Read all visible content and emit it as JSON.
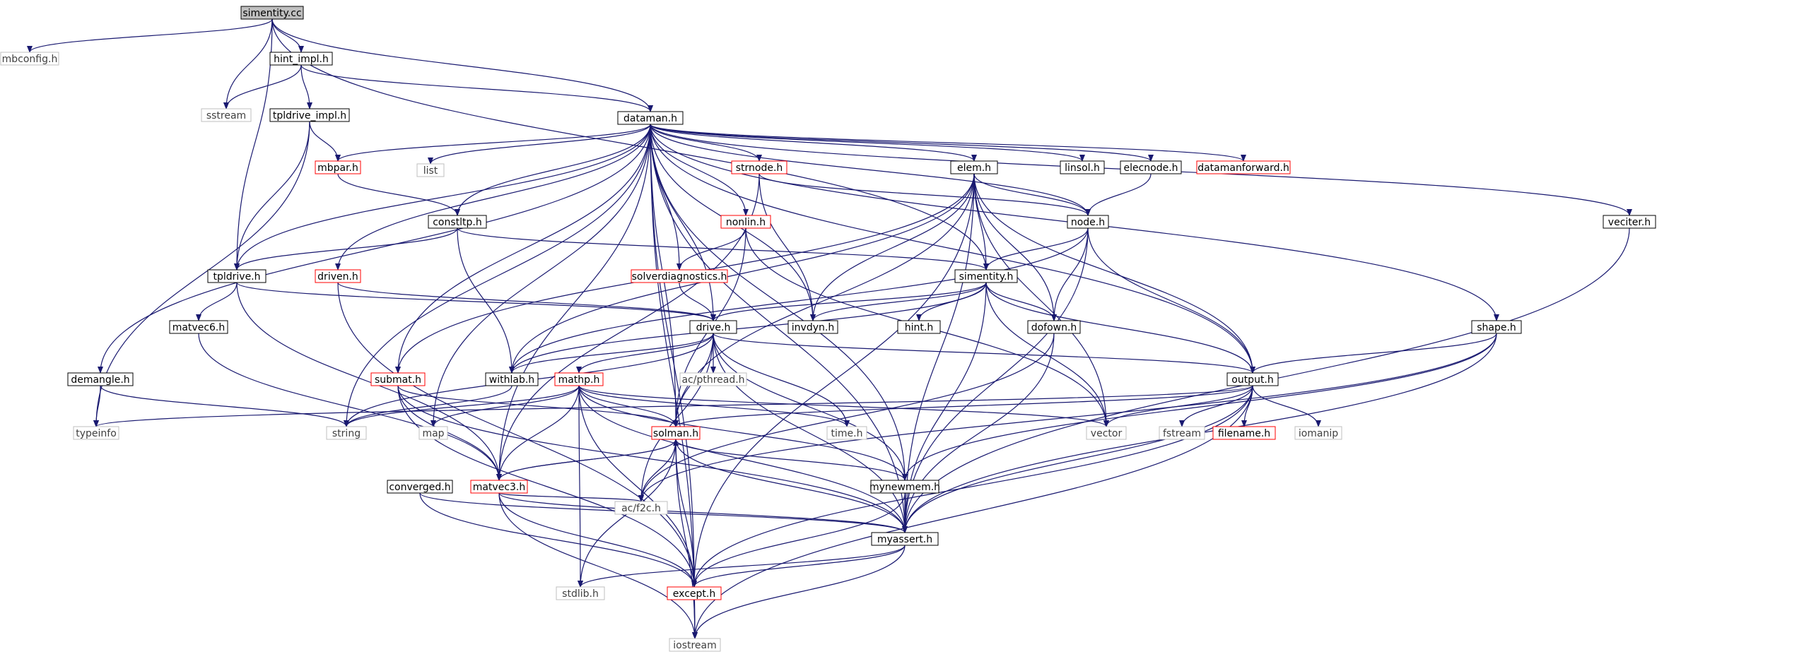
{
  "colors": {
    "edge": "#191970",
    "normal_border": "#000000",
    "red_border": "#ff0000",
    "gray_border": "#bfbfbf",
    "root_fill": "#bfbfbf",
    "text": "#000000",
    "gray_text": "#404040"
  },
  "nodes": [
    {
      "id": "simentity_cc",
      "label": "simentity.cc",
      "style": "root"
    },
    {
      "id": "mbconfig_h",
      "label": "mbconfig.h",
      "style": "gray"
    },
    {
      "id": "hint_impl_h",
      "label": "hint_impl.h",
      "style": "normal"
    },
    {
      "id": "sstream",
      "label": "sstream",
      "style": "gray"
    },
    {
      "id": "tpldrive_impl_h",
      "label": "tpldrive_impl.h",
      "style": "normal"
    },
    {
      "id": "dataman_h",
      "label": "dataman.h",
      "style": "normal"
    },
    {
      "id": "mbpar_h",
      "label": "mbpar.h",
      "style": "red"
    },
    {
      "id": "list",
      "label": "list",
      "style": "gray"
    },
    {
      "id": "strnode_h",
      "label": "strnode.h",
      "style": "red"
    },
    {
      "id": "elem_h",
      "label": "elem.h",
      "style": "normal"
    },
    {
      "id": "linsol_h",
      "label": "linsol.h",
      "style": "normal"
    },
    {
      "id": "elecnode_h",
      "label": "elecnode.h",
      "style": "normal"
    },
    {
      "id": "datamanforward_h",
      "label": "datamanforward.h",
      "style": "red"
    },
    {
      "id": "veciter_h",
      "label": "veciter.h",
      "style": "normal"
    },
    {
      "id": "constltp_h",
      "label": "constltp.h",
      "style": "normal"
    },
    {
      "id": "nonlin_h",
      "label": "nonlin.h",
      "style": "red"
    },
    {
      "id": "node_h",
      "label": "node.h",
      "style": "normal"
    },
    {
      "id": "tpldrive_h",
      "label": "tpldrive.h",
      "style": "normal"
    },
    {
      "id": "driven_h",
      "label": "driven.h",
      "style": "red"
    },
    {
      "id": "solverdiagnostics_h",
      "label": "solverdiagnostics.h",
      "style": "red"
    },
    {
      "id": "simentity_h",
      "label": "simentity.h",
      "style": "normal"
    },
    {
      "id": "matvec6_h",
      "label": "matvec6.h",
      "style": "normal"
    },
    {
      "id": "drive_h",
      "label": "drive.h",
      "style": "normal"
    },
    {
      "id": "invdyn_h",
      "label": "invdyn.h",
      "style": "normal"
    },
    {
      "id": "hint_h",
      "label": "hint.h",
      "style": "normal"
    },
    {
      "id": "dofown_h",
      "label": "dofown.h",
      "style": "normal"
    },
    {
      "id": "shape_h",
      "label": "shape.h",
      "style": "normal"
    },
    {
      "id": "demangle_h",
      "label": "demangle.h",
      "style": "normal"
    },
    {
      "id": "submat_h",
      "label": "submat.h",
      "style": "red"
    },
    {
      "id": "withlab_h",
      "label": "withlab.h",
      "style": "normal"
    },
    {
      "id": "mathp_h",
      "label": "mathp.h",
      "style": "red"
    },
    {
      "id": "ac_pthread_h",
      "label": "ac/pthread.h",
      "style": "gray"
    },
    {
      "id": "output_h",
      "label": "output.h",
      "style": "normal"
    },
    {
      "id": "typeinfo",
      "label": "typeinfo",
      "style": "gray"
    },
    {
      "id": "string",
      "label": "string",
      "style": "gray"
    },
    {
      "id": "map",
      "label": "map",
      "style": "gray"
    },
    {
      "id": "solman_h",
      "label": "solman.h",
      "style": "red"
    },
    {
      "id": "time_h",
      "label": "time.h",
      "style": "gray"
    },
    {
      "id": "vector",
      "label": "vector",
      "style": "gray"
    },
    {
      "id": "fstream",
      "label": "fstream",
      "style": "gray"
    },
    {
      "id": "filename_h",
      "label": "filename.h",
      "style": "red"
    },
    {
      "id": "iomanip",
      "label": "iomanip",
      "style": "gray"
    },
    {
      "id": "converged_h",
      "label": "converged.h",
      "style": "normal"
    },
    {
      "id": "matvec3_h",
      "label": "matvec3.h",
      "style": "red"
    },
    {
      "id": "mynewmem_h",
      "label": "mynewmem.h",
      "style": "normal"
    },
    {
      "id": "ac_f2c_h",
      "label": "ac/f2c.h",
      "style": "gray"
    },
    {
      "id": "myassert_h",
      "label": "myassert.h",
      "style": "normal"
    },
    {
      "id": "stdlib_h",
      "label": "stdlib.h",
      "style": "gray"
    },
    {
      "id": "except_h",
      "label": "except.h",
      "style": "red"
    },
    {
      "id": "iostream",
      "label": "iostream",
      "style": "gray"
    }
  ],
  "edges": [
    [
      "simentity_cc",
      "mbconfig_h"
    ],
    [
      "simentity_cc",
      "hint_impl_h"
    ],
    [
      "simentity_cc",
      "sstream"
    ],
    [
      "simentity_cc",
      "dataman_h"
    ],
    [
      "simentity_cc",
      "tpldrive_h"
    ],
    [
      "simentity_cc",
      "simentity_h"
    ],
    [
      "hint_impl_h",
      "sstream"
    ],
    [
      "hint_impl_h",
      "tpldrive_impl_h"
    ],
    [
      "hint_impl_h",
      "dataman_h"
    ],
    [
      "tpldrive_impl_h",
      "mbpar_h"
    ],
    [
      "tpldrive_impl_h",
      "tpldrive_h"
    ],
    [
      "tpldrive_impl_h",
      "typeinfo"
    ],
    [
      "dataman_h",
      "mbpar_h"
    ],
    [
      "dataman_h",
      "list"
    ],
    [
      "dataman_h",
      "strnode_h"
    ],
    [
      "dataman_h",
      "elem_h"
    ],
    [
      "dataman_h",
      "linsol_h"
    ],
    [
      "dataman_h",
      "elecnode_h"
    ],
    [
      "dataman_h",
      "datamanforward_h"
    ],
    [
      "dataman_h",
      "veciter_h"
    ],
    [
      "dataman_h",
      "constltp_h"
    ],
    [
      "dataman_h",
      "nonlin_h"
    ],
    [
      "dataman_h",
      "node_h"
    ],
    [
      "dataman_h",
      "tpldrive_h"
    ],
    [
      "dataman_h",
      "driven_h"
    ],
    [
      "dataman_h",
      "solverdiagnostics_h"
    ],
    [
      "dataman_h",
      "drive_h"
    ],
    [
      "dataman_h",
      "invdyn_h"
    ],
    [
      "dataman_h",
      "shape_h"
    ],
    [
      "dataman_h",
      "demangle_h"
    ],
    [
      "dataman_h",
      "submat_h"
    ],
    [
      "dataman_h",
      "output_h"
    ],
    [
      "dataman_h",
      "string"
    ],
    [
      "dataman_h",
      "map"
    ],
    [
      "dataman_h",
      "solman_h"
    ],
    [
      "dataman_h",
      "matvec3_h"
    ],
    [
      "dataman_h",
      "mynewmem_h"
    ],
    [
      "dataman_h",
      "myassert_h"
    ],
    [
      "dataman_h",
      "except_h"
    ],
    [
      "dataman_h",
      "iostream"
    ],
    [
      "mbpar_h",
      "constltp_h"
    ],
    [
      "strnode_h",
      "node_h"
    ],
    [
      "strnode_h",
      "invdyn_h"
    ],
    [
      "strnode_h",
      "matvec3_h"
    ],
    [
      "elem_h",
      "node_h"
    ],
    [
      "elem_h",
      "simentity_h"
    ],
    [
      "elem_h",
      "invdyn_h"
    ],
    [
      "elem_h",
      "dofown_h"
    ],
    [
      "elem_h",
      "submat_h"
    ],
    [
      "elem_h",
      "withlab_h"
    ],
    [
      "elem_h",
      "output_h"
    ],
    [
      "elem_h",
      "solman_h"
    ],
    [
      "elem_h",
      "vector"
    ],
    [
      "elem_h",
      "myassert_h"
    ],
    [
      "elem_h",
      "except_h"
    ],
    [
      "elecnode_h",
      "node_h"
    ],
    [
      "veciter_h",
      "myassert_h"
    ],
    [
      "constltp_h",
      "tpldrive_h"
    ],
    [
      "constltp_h",
      "simentity_h"
    ],
    [
      "constltp_h",
      "withlab_h"
    ],
    [
      "nonlin_h",
      "solverdiagnostics_h"
    ],
    [
      "nonlin_h",
      "solman_h"
    ],
    [
      "nonlin_h",
      "vector"
    ],
    [
      "node_h",
      "simentity_h"
    ],
    [
      "node_h",
      "dofown_h"
    ],
    [
      "node_h",
      "output_h"
    ],
    [
      "node_h",
      "withlab_h"
    ],
    [
      "node_h",
      "myassert_h"
    ],
    [
      "tpldrive_h",
      "drive_h"
    ],
    [
      "tpldrive_h",
      "matvec6_h"
    ],
    [
      "tpldrive_h",
      "matvec3_h"
    ],
    [
      "driven_h",
      "drive_h"
    ],
    [
      "driven_h",
      "except_h"
    ],
    [
      "solverdiagnostics_h",
      "drive_h"
    ],
    [
      "simentity_h",
      "drive_h"
    ],
    [
      "simentity_h",
      "invdyn_h"
    ],
    [
      "simentity_h",
      "hint_h"
    ],
    [
      "simentity_h",
      "dofown_h"
    ],
    [
      "simentity_h",
      "withlab_h"
    ],
    [
      "simentity_h",
      "output_h"
    ],
    [
      "simentity_h",
      "vector"
    ],
    [
      "simentity_h",
      "myassert_h"
    ],
    [
      "matvec6_h",
      "matvec3_h"
    ],
    [
      "drive_h",
      "withlab_h"
    ],
    [
      "drive_h",
      "mathp_h"
    ],
    [
      "drive_h",
      "ac_pthread_h"
    ],
    [
      "drive_h",
      "output_h"
    ],
    [
      "drive_h",
      "solman_h"
    ],
    [
      "drive_h",
      "time_h"
    ],
    [
      "drive_h",
      "mynewmem_h"
    ],
    [
      "drive_h",
      "ac_f2c_h"
    ],
    [
      "drive_h",
      "myassert_h"
    ],
    [
      "drive_h",
      "string"
    ],
    [
      "dofown_h",
      "myassert_h"
    ],
    [
      "dofown_h",
      "ac_f2c_h"
    ],
    [
      "shape_h",
      "output_h"
    ],
    [
      "shape_h",
      "mynewmem_h"
    ],
    [
      "shape_h",
      "myassert_h"
    ],
    [
      "shape_h",
      "ac_f2c_h"
    ],
    [
      "demangle_h",
      "typeinfo"
    ],
    [
      "demangle_h",
      "string"
    ],
    [
      "submat_h",
      "matvec3_h"
    ],
    [
      "submat_h",
      "solman_h"
    ],
    [
      "submat_h",
      "myassert_h"
    ],
    [
      "submat_h",
      "except_h"
    ],
    [
      "withlab_h",
      "string"
    ],
    [
      "mathp_h",
      "string"
    ],
    [
      "mathp_h",
      "map"
    ],
    [
      "mathp_h",
      "time_h"
    ],
    [
      "mathp_h",
      "solman_h"
    ],
    [
      "mathp_h",
      "matvec3_h"
    ],
    [
      "mathp_h",
      "mynewmem_h"
    ],
    [
      "mathp_h",
      "myassert_h"
    ],
    [
      "mathp_h",
      "except_h"
    ],
    [
      "mathp_h",
      "vector"
    ],
    [
      "mathp_h",
      "stdlib_h"
    ],
    [
      "output_h",
      "typeinfo"
    ],
    [
      "output_h",
      "vector"
    ],
    [
      "output_h",
      "fstream"
    ],
    [
      "output_h",
      "filename_h"
    ],
    [
      "output_h",
      "iomanip"
    ],
    [
      "output_h",
      "solman_h"
    ],
    [
      "output_h",
      "myassert_h"
    ],
    [
      "output_h",
      "except_h"
    ],
    [
      "output_h",
      "iostream"
    ],
    [
      "solman_h",
      "matvec3_h"
    ],
    [
      "solman_h",
      "mynewmem_h"
    ],
    [
      "solman_h",
      "ac_f2c_h"
    ],
    [
      "solman_h",
      "myassert_h"
    ],
    [
      "solman_h",
      "except_h"
    ],
    [
      "solman_h",
      "stdlib_h"
    ],
    [
      "solman_h",
      "iostream"
    ],
    [
      "converged_h",
      "myassert_h"
    ],
    [
      "converged_h",
      "except_h"
    ],
    [
      "matvec3_h",
      "solman_h"
    ],
    [
      "matvec3_h",
      "myassert_h"
    ],
    [
      "matvec3_h",
      "except_h"
    ],
    [
      "matvec3_h",
      "ac_f2c_h"
    ],
    [
      "matvec3_h",
      "iostream"
    ],
    [
      "mynewmem_h",
      "myassert_h"
    ],
    [
      "mynewmem_h",
      "except_h"
    ],
    [
      "myassert_h",
      "except_h"
    ],
    [
      "myassert_h",
      "iostream"
    ],
    [
      "myassert_h",
      "stdlib_h"
    ],
    [
      "except_h",
      "iostream"
    ]
  ]
}
